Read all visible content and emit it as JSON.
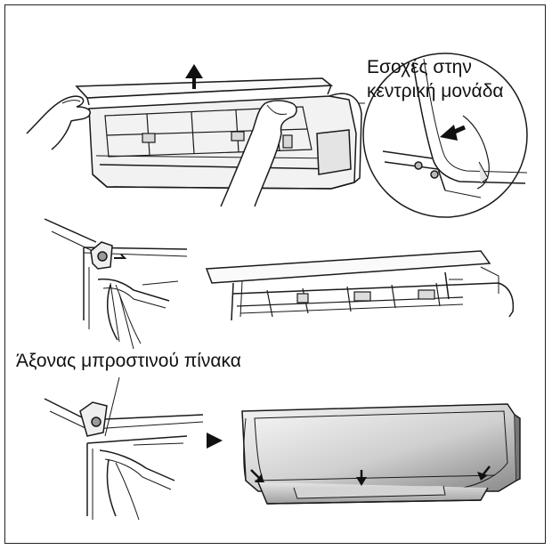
{
  "labels": {
    "recess_line1": "Εσοχές στην",
    "recess_line2": "κεντρική μονάδα",
    "axis": "Άξονας μπροστινού πίνακα"
  },
  "icons": {
    "lift_arrow": "arrow-up-icon",
    "recess_arrow": "arrow-left-icon",
    "step_arrow": "play-triangle-icon"
  },
  "colors": {
    "line": "#1a1a1a",
    "unit_shade": "#c8c8c8"
  }
}
